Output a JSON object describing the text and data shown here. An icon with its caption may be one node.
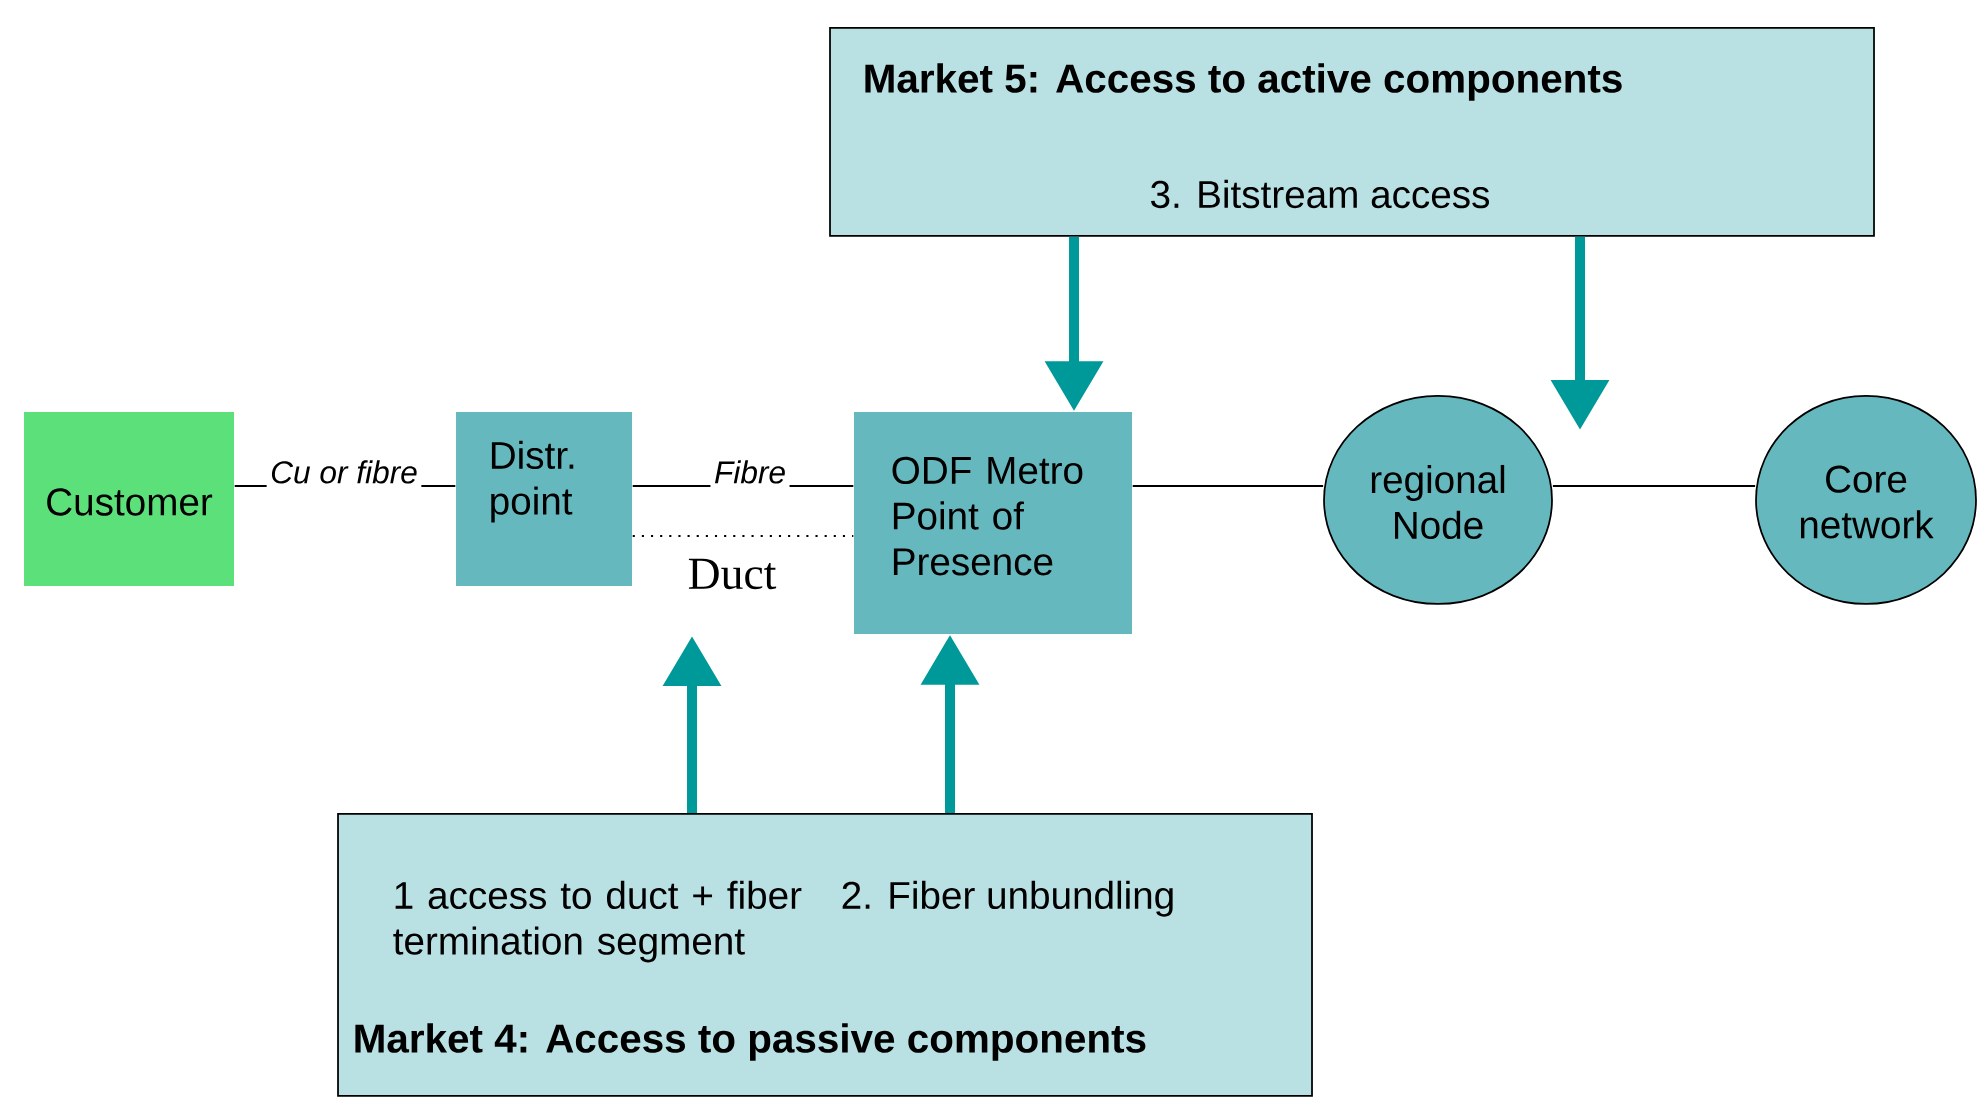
{
  "diagram": {
    "nodes": [
      {
        "text": [
          "Market 5: Access to active components",
          "3. Bitstream access"
        ]
      },
      {
        "text": [
          "Customer"
        ]
      },
      {
        "text": [
          "Distr. point"
        ]
      },
      {
        "text": [
          "ODF Metro Point of Presence"
        ]
      },
      {
        "text": [
          "regional Node"
        ]
      },
      {
        "text": [
          "Core network"
        ]
      },
      {
        "text": [
          "1 access to duct + fiber termination segment",
          "2. Fiber unbundling",
          "Market 4: Access to passive components"
        ]
      }
    ],
    "edges": [
      {
        "from": 1,
        "to": 2,
        "arrow": "none",
        "label": "Cu or fibre"
      },
      {
        "from": 2,
        "to": 3,
        "arrow": "none",
        "label": "Fibre"
      },
      {
        "from": 2,
        "to": 3,
        "arrow": "none",
        "label": "Duct",
        "style": "dashed"
      },
      {
        "from": 3,
        "to": 4,
        "arrow": "none"
      },
      {
        "from": 4,
        "to": 5,
        "arrow": "none"
      },
      {
        "from": 0,
        "to": 3,
        "arrow": "to",
        "style": "thick",
        "color": "#009999"
      },
      {
        "from": 0,
        "to": null,
        "arrow": "to",
        "style": "thick",
        "color": "#009999"
      },
      {
        "from": 6,
        "to": null,
        "arrow": "to",
        "style": "thick",
        "color": "#009999"
      },
      {
        "from": 6,
        "to": 3,
        "arrow": "to",
        "style": "thick",
        "color": "#009999"
      }
    ]
  }
}
